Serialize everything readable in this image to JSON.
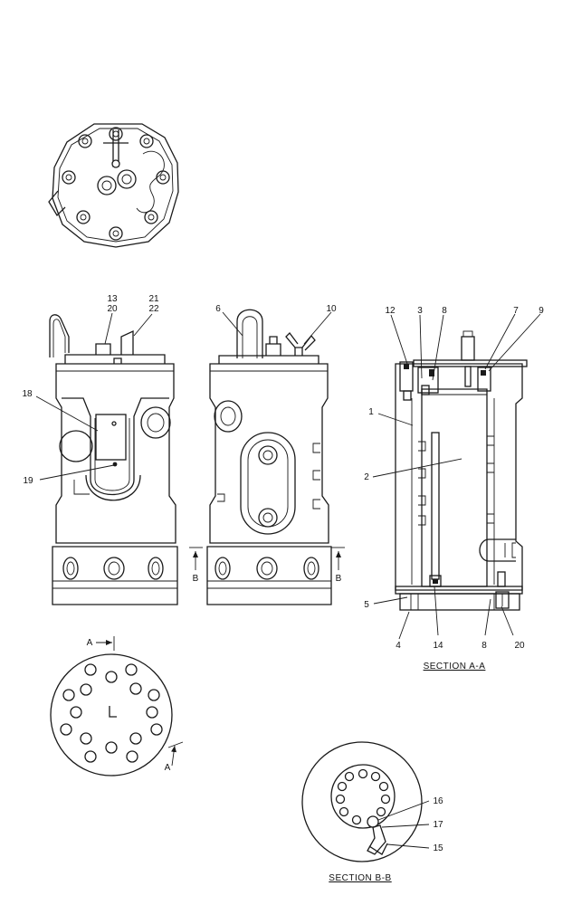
{
  "callouts": {
    "c13": "13",
    "c20": "20",
    "c21": "21",
    "c22": "22",
    "c6": "6",
    "c10": "10",
    "c18": "18",
    "c19": "19",
    "c12": "12",
    "c3": "3",
    "c8a": "8",
    "c7": "7",
    "c9": "9",
    "c1": "1",
    "c2": "2",
    "c5": "5",
    "c4": "4",
    "c14": "14",
    "c8b": "8",
    "c20b": "20",
    "c16": "16",
    "c17": "17",
    "c15": "15"
  },
  "section_markers": {
    "b_left": "B",
    "b_right": "B",
    "a_top": "A",
    "a_bottom": "A"
  },
  "section_titles": {
    "aa": "SECTION A-A",
    "bb": "SECTION B-B"
  }
}
